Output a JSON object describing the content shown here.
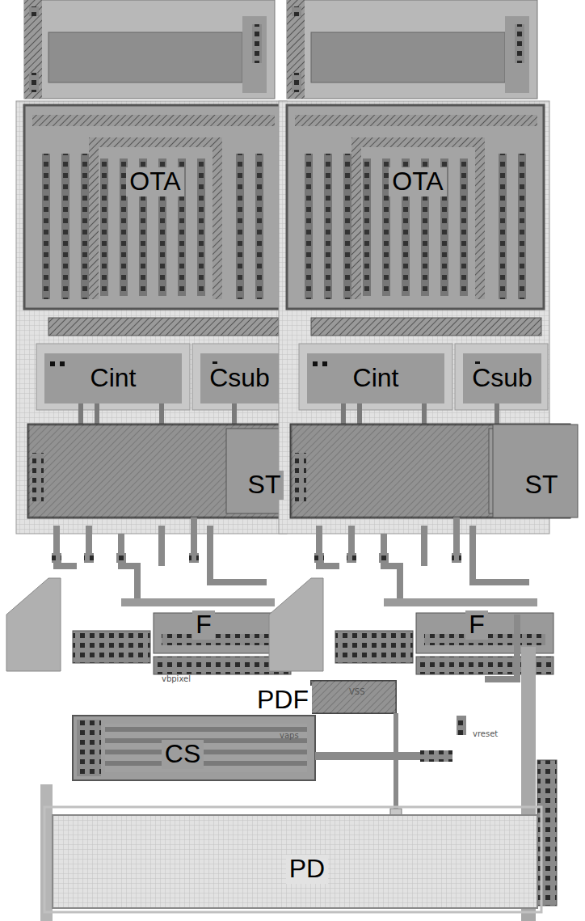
{
  "diagram": {
    "nodes": [
      {
        "text": [
          "OTA"
        ]
      },
      {
        "text": [
          "OTA"
        ]
      },
      {
        "text": [
          "Cint"
        ]
      },
      {
        "text": [
          "Csub"
        ]
      },
      {
        "text": [
          "Cint"
        ]
      },
      {
        "text": [
          "Csub"
        ]
      },
      {
        "text": [
          "ST"
        ]
      },
      {
        "text": [
          "ST"
        ]
      },
      {
        "text": [
          "F"
        ]
      },
      {
        "text": [
          "F"
        ]
      },
      {
        "text": [
          "PDF"
        ]
      },
      {
        "text": [
          "CS"
        ]
      },
      {
        "text": [
          "PD"
        ]
      }
    ],
    "labels": [
      "vbpixel",
      "VSS",
      "vaps",
      "vreset"
    ]
  }
}
